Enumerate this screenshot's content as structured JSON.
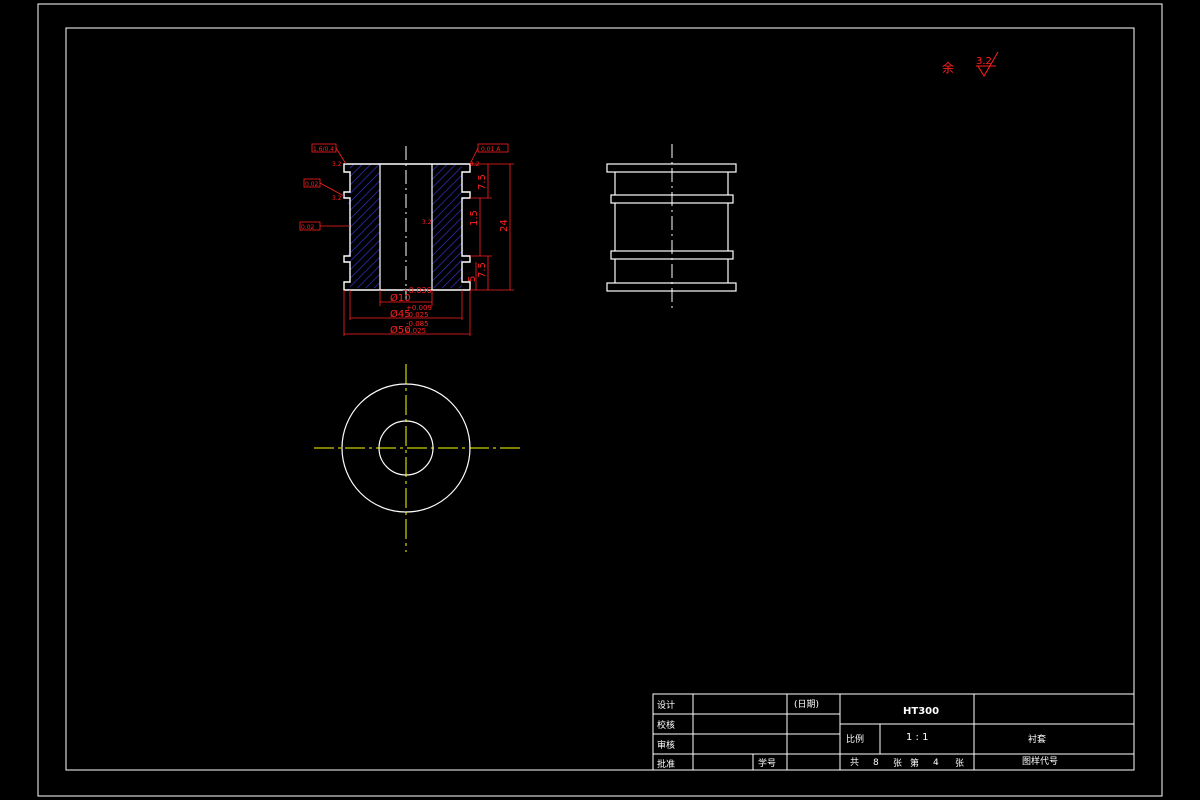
{
  "colors": {
    "background": "#000000",
    "geometry": "#ffffff",
    "centerline": "#ffff00",
    "dimension": "#ff2020",
    "hatch": "#3333cc",
    "frame": "#ffffff"
  },
  "roughness": {
    "remaining_label": "余",
    "value": "3.2"
  },
  "section_view": {
    "callouts": [
      "1.6/0.4",
      "0.02",
      "0.02"
    ],
    "datum_box": "0.01 A",
    "surface_marks": [
      "3.2",
      "3.2",
      "3.2",
      "3.2"
    ],
    "dim_inner_diameter": "Ø10",
    "dim_inner_tol": "+0.036",
    "dim_mid_diameter": "Ø45",
    "dim_mid_tol": "-0.025",
    "dim_mid_tol2": "+0.009",
    "dim_outer_diameter": "Ø50",
    "dim_outer_tol": "-0.085",
    "dim_outer_tol2": "0.025",
    "dim_height_total": "24",
    "dim_top_step": "7.5",
    "dim_mid_step": "1.5",
    "dim_bottom_step": "7.5",
    "dim_bottom_small": "5"
  },
  "title_block": {
    "design": "设计",
    "check": "校核",
    "review": "审核",
    "approve": "批准",
    "date": "(日期)",
    "material": "HT300",
    "scale_label": "比例",
    "scale_value": "1 : 1",
    "part_name": "衬套",
    "sheet_total_prefix": "共",
    "sheet_total": "8",
    "sheet_total_suffix": "张",
    "sheet_no_prefix": "第",
    "sheet_no": "4",
    "sheet_no_suffix": "张",
    "student_no": "学号",
    "drawing_no": "图样代号"
  }
}
